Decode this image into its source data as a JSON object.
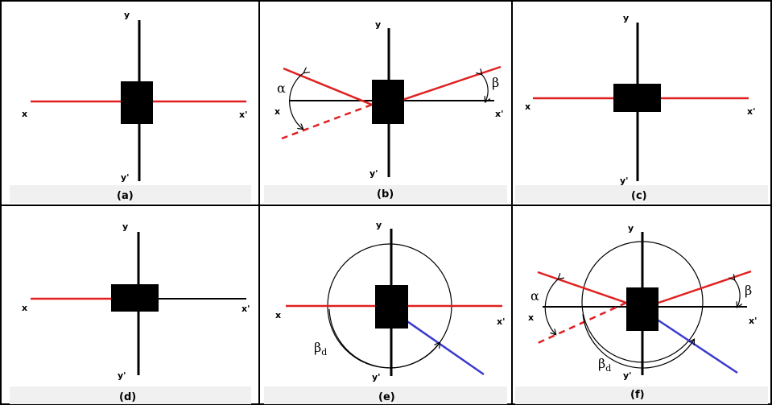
{
  "colors": {
    "background": "#ffffff",
    "axis": "#000000",
    "fiber": "#e02020",
    "deflected": "#3a3ad0",
    "block": "#000000",
    "grid_border": "#000000",
    "caption_bg": "#efefef"
  },
  "panels": [
    {
      "caption": "(a)",
      "y_top": "y",
      "y_bottom": "y'",
      "x_left": "x",
      "x_right": "x'"
    },
    {
      "caption": "(b)",
      "y_top": "y",
      "y_bottom": "y'",
      "x_left": "x",
      "x_right": "x'",
      "alpha": "α",
      "beta": "β"
    },
    {
      "caption": "(c)",
      "y_top": "y",
      "y_bottom": "y'",
      "x_left": "x",
      "x_right": "x'"
    },
    {
      "caption": "(d)",
      "y_top": "y",
      "y_bottom": "y'",
      "x_left": "x",
      "x_right": "x'"
    },
    {
      "caption": "(e)",
      "y_top": "y",
      "y_bottom": "y'",
      "x_left": "x",
      "x_right": "x'",
      "beta_d_main": "β",
      "beta_d_sub": "d"
    },
    {
      "caption": "(f)",
      "y_top": "y",
      "y_bottom": "y'",
      "x_left": "x",
      "x_right": "x'",
      "alpha": "α",
      "beta": "β",
      "beta_d_main": "β",
      "beta_d_sub": "d"
    }
  ]
}
